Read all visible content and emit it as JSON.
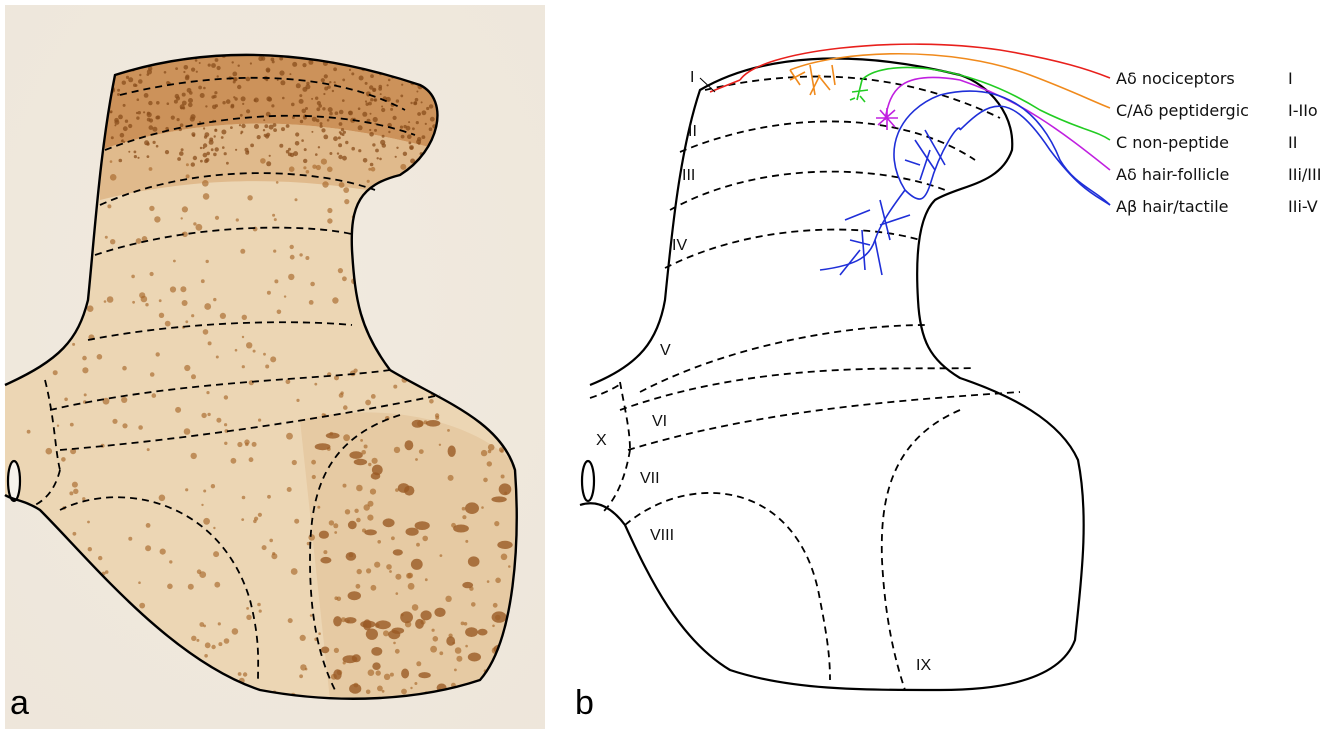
{
  "panels": {
    "a": {
      "letter": "a"
    },
    "b": {
      "letter": "b"
    }
  },
  "laminae": [
    "I",
    "II",
    "III",
    "IV",
    "V",
    "VI",
    "VII",
    "VIII",
    "IX",
    "X"
  ],
  "fibers": [
    {
      "name": "Aδ nociceptors",
      "laminae": "I",
      "color": "#e8201c"
    },
    {
      "name": "C/Aδ peptidergic",
      "laminae": "I-IIo",
      "color": "#f08a1c"
    },
    {
      "name": "C non-peptide",
      "laminae": "II",
      "color": "#22cc22"
    },
    {
      "name": "Aδ  hair-follicle",
      "laminae": "IIi/III",
      "color": "#c020e0"
    },
    {
      "name": "Aβ hair/tactile",
      "laminae": "IIi-V",
      "color": "#1f2fd8"
    }
  ],
  "colors": {
    "tissue_background": "#f1ede6",
    "stain": "#a8672a",
    "outline": "#000000"
  }
}
